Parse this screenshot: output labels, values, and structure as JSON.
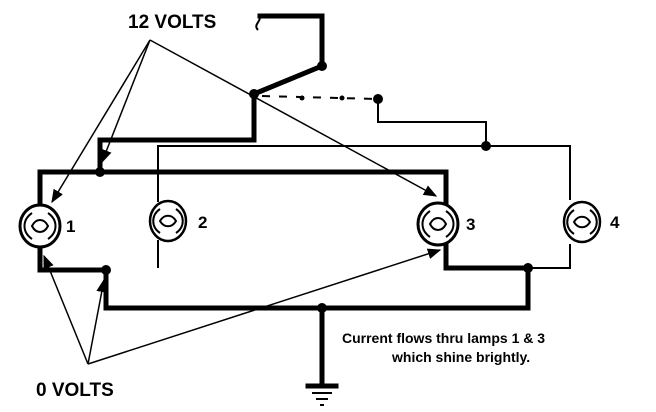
{
  "labels": {
    "supply": "12 VOLTS",
    "ground": "0 VOLTS",
    "caption_line1": "Current flows thru lamps 1 & 3",
    "caption_line2": "which shine brightly."
  },
  "lamps": [
    {
      "id": "1",
      "label": "1"
    },
    {
      "id": "2",
      "label": "2"
    },
    {
      "id": "3",
      "label": "3"
    },
    {
      "id": "4",
      "label": "4"
    }
  ]
}
